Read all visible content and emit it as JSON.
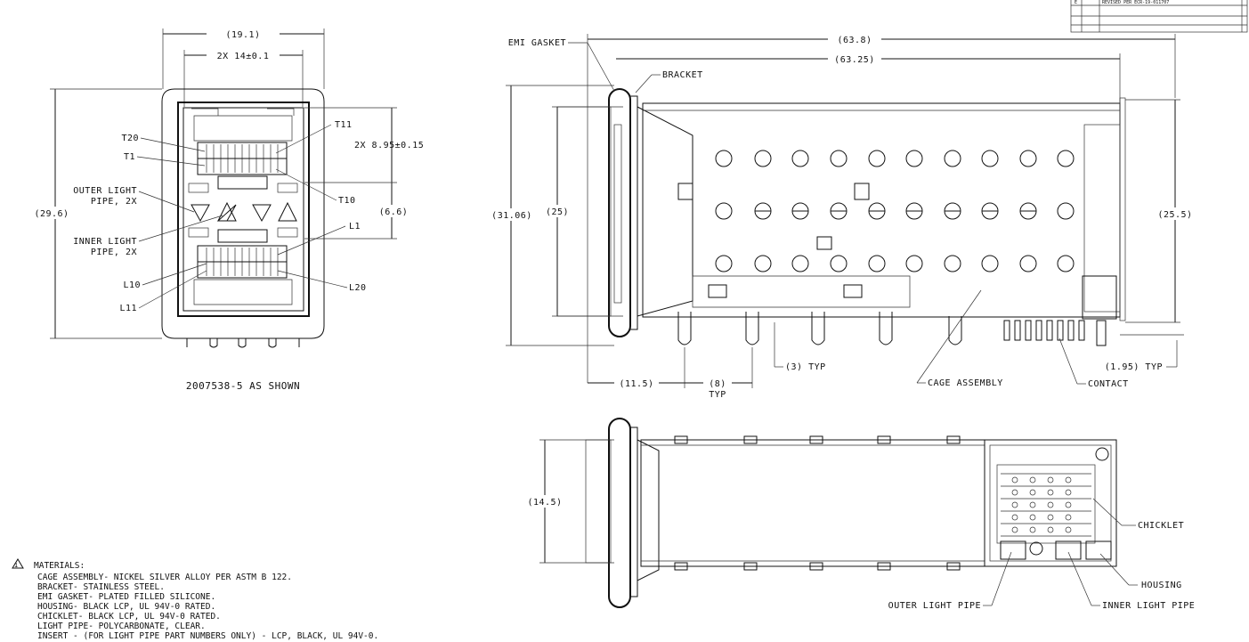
{
  "front_view": {
    "dims": {
      "width_outer": "(19.1)",
      "width_inner": "2X 14±0.1",
      "height_total": "(29.6)",
      "pitch": "2X 8.95±0.15",
      "gap": "(6.6)"
    },
    "callouts": {
      "t20": "T20",
      "t1": "T1",
      "t11": "T11",
      "t10": "T10",
      "outer_light_1": "OUTER LIGHT",
      "outer_light_2": "PIPE, 2X",
      "inner_light_1": "INNER LIGHT",
      "inner_light_2": "PIPE, 2X",
      "l1": "L1",
      "l10": "L10",
      "l11": "L11",
      "l20": "L20"
    },
    "caption": "2007538-5 AS SHOWN"
  },
  "side_view": {
    "dims": {
      "overall": "(63.8)",
      "cage": "(63.25)",
      "height_left": "(31.06)",
      "height_inner": "(25)",
      "height_right": "(25.5)",
      "offset": "(11.5)",
      "pitch": "(8)",
      "pitch_typ": "TYP",
      "pin": "(3) TYP",
      "tail": "(1.95) TYP"
    },
    "callouts": {
      "emi_gasket": "EMI GASKET",
      "bracket": "BRACKET",
      "cage_assembly": "CAGE ASSEMBLY",
      "contact": "CONTACT"
    }
  },
  "bottom_view": {
    "dims": {
      "width": "(14.5)"
    },
    "callouts": {
      "chicklet": "CHICKLET",
      "housing": "HOUSING",
      "outer_light_pipe": "OUTER LIGHT PIPE",
      "inner_light_pipe": "INNER LIGHT PIPE"
    }
  },
  "revision_block": {
    "rev": "E",
    "text": "REVISED PER ECR-19-011707"
  },
  "materials": {
    "heading": "MATERIALS:",
    "lines": [
      "CAGE ASSEMBLY- NICKEL SILVER ALLOY PER ASTM B 122.",
      "BRACKET- STAINLESS STEEL.",
      "EMI GASKET- PLATED FILLED SILICONE.",
      "HOUSING- BLACK LCP, UL 94V-0 RATED.",
      "CHICKLET- BLACK LCP, UL 94V-0 RATED.",
      "LIGHT PIPE- POLYCARBONATE, CLEAR.",
      "INSERT - (FOR LIGHT PIPE PART NUMBERS ONLY) - LCP, BLACK, UL 94V-0."
    ]
  }
}
